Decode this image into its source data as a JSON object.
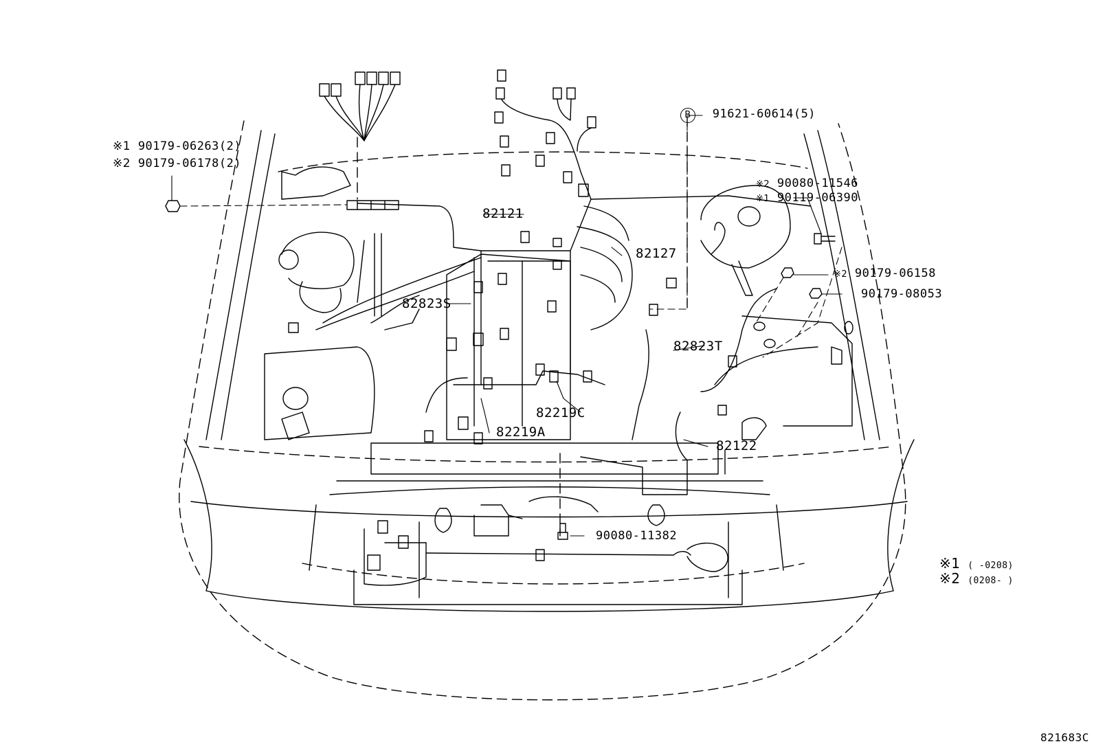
{
  "labels": {
    "ref1_mark": "※1",
    "ref1_part": "90179-06263(2)",
    "ref2_mark": "※2",
    "ref2_part": "90179-06178(2)",
    "circle_b": "B",
    "b_part": "91621-60614(5)",
    "top_right_1_mark": "※2",
    "top_right_1_part": "90080-11546",
    "top_right_2_mark": "※1",
    "top_right_2_part": "90119-06390",
    "right_mid_1_mark": "※2",
    "right_mid_1_part": "90179-06158",
    "right_mid_2_part": "90179-08053",
    "p82121": "82121",
    "p82127": "82127",
    "p82823S": "82823S",
    "p82823T": "82823T",
    "p82219C": "82219C",
    "p82219A": "82219A",
    "p82122": "82122",
    "bottom_part": "90080-11382",
    "note1_mark": "※1",
    "note1_range": "(      -0208)",
    "note2_mark": "※2",
    "note2_range": "(0208-      )",
    "figure_id": "821683C"
  }
}
